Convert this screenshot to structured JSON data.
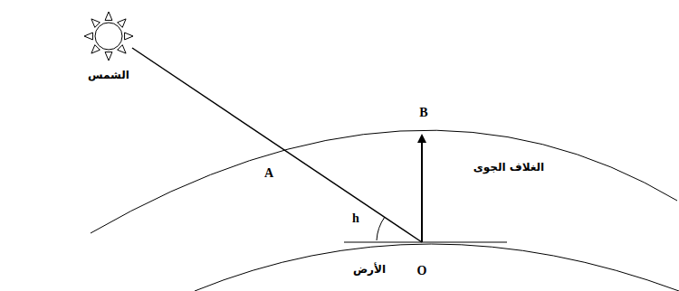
{
  "diagram": {
    "labels": [
      "الشمس",
      "A",
      "B",
      "h",
      "O",
      "الغلاف الجوى",
      "الأرض"
    ]
  }
}
